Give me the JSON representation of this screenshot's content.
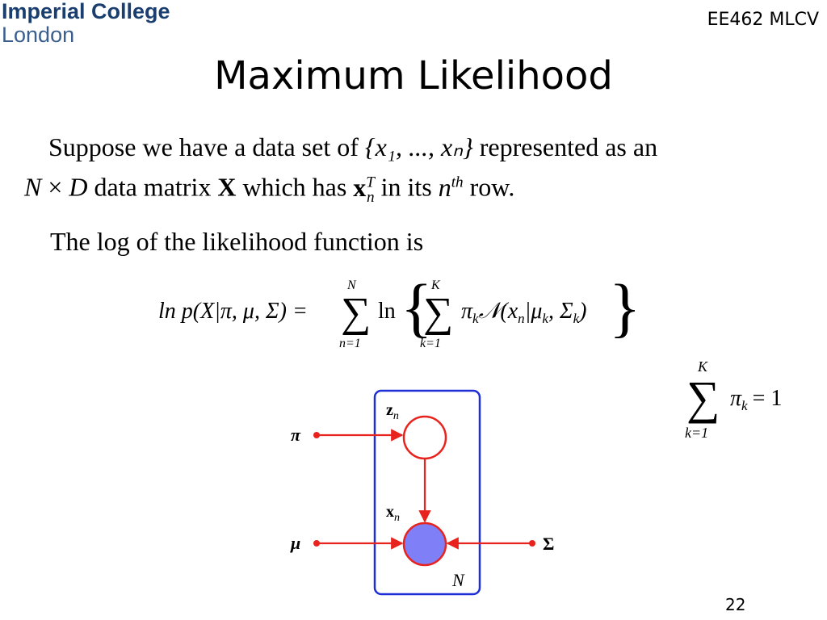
{
  "header": {
    "logo_line1": "Imperial College",
    "logo_line2": "London",
    "course_code": "EE462 MLCV"
  },
  "slide": {
    "title": "Maximum Likelihood",
    "para1": {
      "t1": "Suppose we have a data set of",
      "set": "{x₁, ..., xₙ}",
      "t2": "represented as an",
      "N": "N",
      "times": "×",
      "D": "D",
      "t3": "data matrix",
      "X": "X",
      "t4": "which has",
      "xn": "x",
      "xn_sup": "T",
      "xn_sub": "n",
      "t5": "in its",
      "nth": "n",
      "nth_sup": "th",
      "t6": "row."
    },
    "para2": "The log of the likelihood function is",
    "equation": {
      "lhs": "ln p(X|π, μ, Σ) =",
      "sum1_top": "N",
      "sum1_bottom": "n=1",
      "ln": "ln",
      "sum2_top": "K",
      "sum2_bottom": "k=1",
      "term": "π",
      "term_sub": "k",
      "normal": "𝒩(x",
      "normal_args": "|μ",
      "normal_tail": ", Σ",
      "close": ")"
    },
    "constraint": {
      "sum_top": "K",
      "sum_bottom": "k=1",
      "rhs_var": "π",
      "rhs_sub": "k",
      "rhs": "= 1"
    },
    "page_number": "22"
  },
  "diagram": {
    "nodes": {
      "z_label": "z",
      "z_sub": "n",
      "x_label": "x",
      "x_sub": "n"
    },
    "inputs": {
      "pi": "π",
      "mu": "μ",
      "sigma": "Σ"
    },
    "plate_label": "N",
    "colors": {
      "edge": "#e8231e",
      "plate": "#1f2fd6",
      "observed_fill": "#7f7ff7"
    }
  }
}
